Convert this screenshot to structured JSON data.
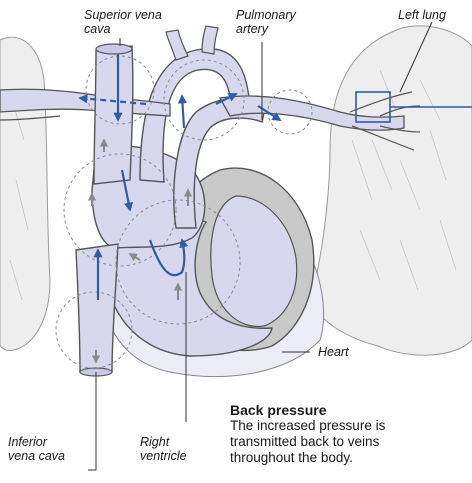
{
  "labels": {
    "superior_vena_cava": [
      "Superior vena",
      "cava"
    ],
    "pulmonary_artery": [
      "Pulmonary",
      "artery"
    ],
    "left_lung": "Left lung",
    "heart": "Heart",
    "inferior_vena_cava": [
      "Inferior",
      "vena cava"
    ],
    "right_ventricle": [
      "Right",
      "ventricle"
    ]
  },
  "caption": {
    "title": "Back pressure",
    "body": [
      "The increased pressure is",
      "transmitted back to veins",
      "throughout the body."
    ]
  },
  "colors": {
    "vessel_fill": "#d7d8ee",
    "lung_fill": "#eeeeee",
    "muscle_fill": "#c9c9c9",
    "arrow_blue": "#2e5da6",
    "arrow_grey": "#8a8a8a",
    "outline": "#555555"
  },
  "icons": [
    "flow-arrow-blue",
    "pressure-arrow-grey",
    "zoom-box"
  ]
}
